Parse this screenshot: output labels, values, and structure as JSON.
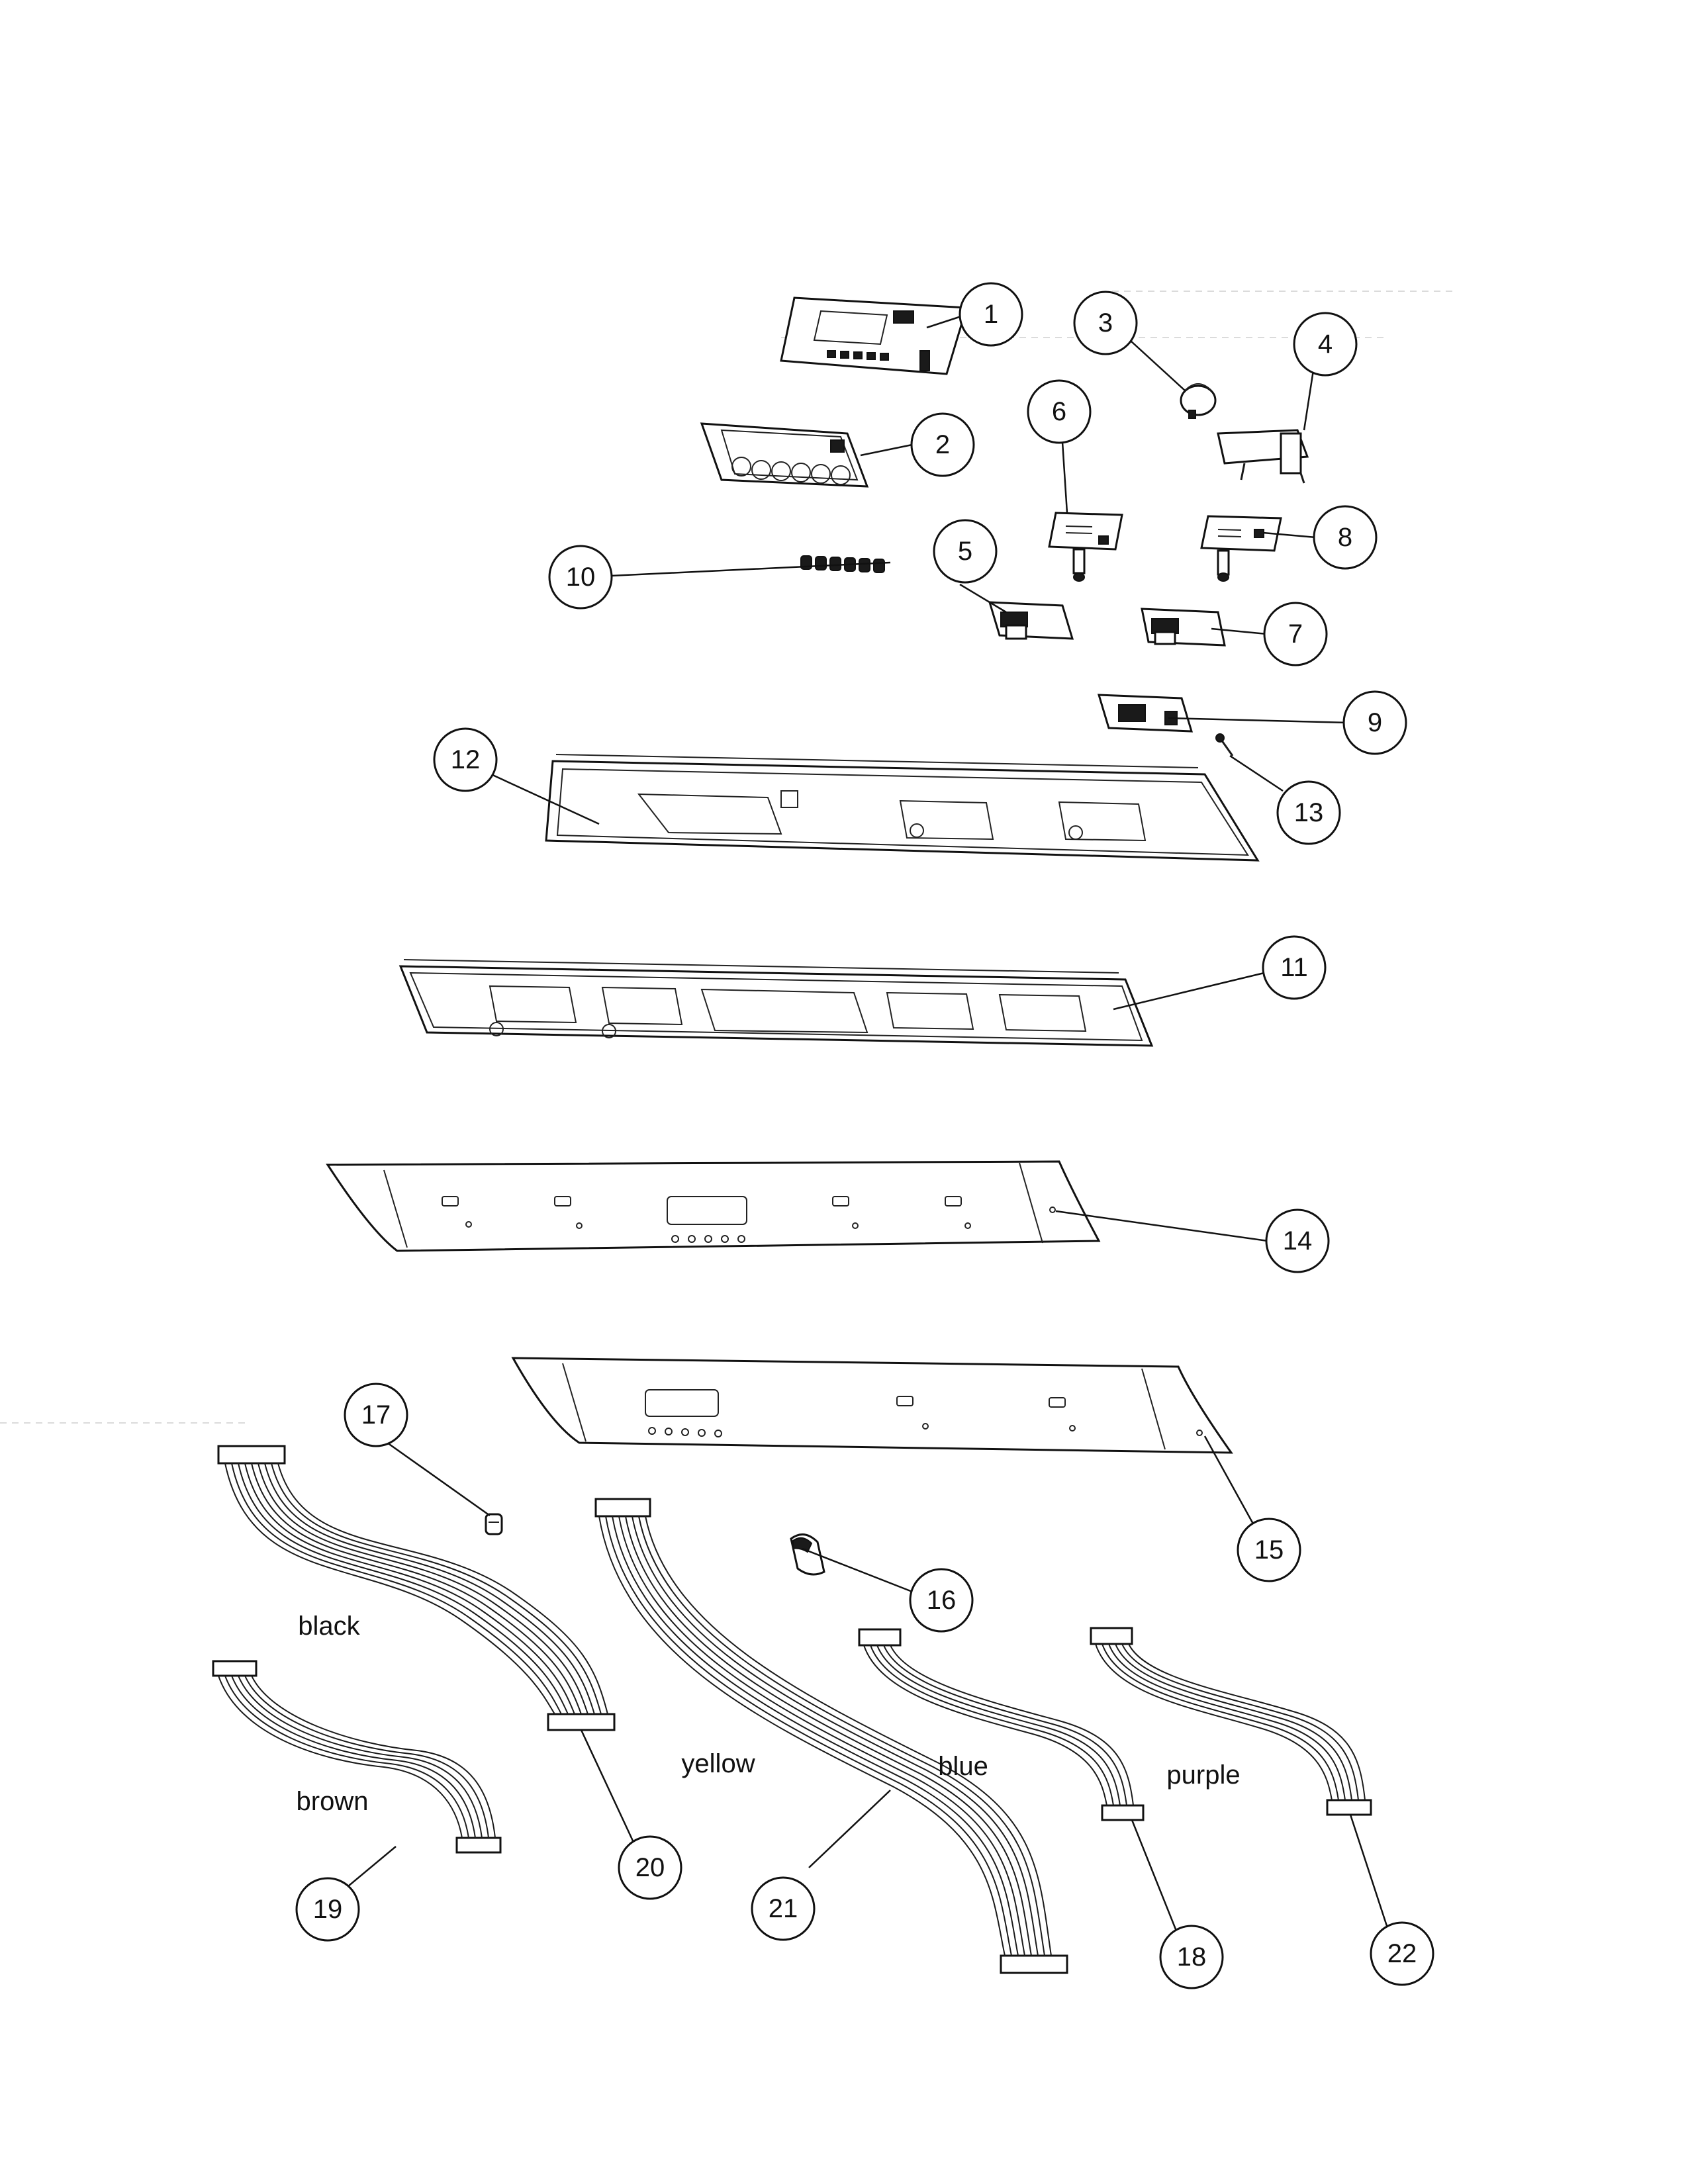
{
  "callouts": [
    {
      "id": "1",
      "label": "1"
    },
    {
      "id": "2",
      "label": "2"
    },
    {
      "id": "3",
      "label": "3"
    },
    {
      "id": "4",
      "label": "4"
    },
    {
      "id": "5",
      "label": "5"
    },
    {
      "id": "6",
      "label": "6"
    },
    {
      "id": "7",
      "label": "7"
    },
    {
      "id": "8",
      "label": "8"
    },
    {
      "id": "9",
      "label": "9"
    },
    {
      "id": "10",
      "label": "10"
    },
    {
      "id": "11",
      "label": "11"
    },
    {
      "id": "12",
      "label": "12"
    },
    {
      "id": "13",
      "label": "13"
    },
    {
      "id": "14",
      "label": "14"
    },
    {
      "id": "15",
      "label": "15"
    },
    {
      "id": "16",
      "label": "16"
    },
    {
      "id": "17",
      "label": "17"
    },
    {
      "id": "18",
      "label": "18"
    },
    {
      "id": "19",
      "label": "19"
    },
    {
      "id": "20",
      "label": "20"
    },
    {
      "id": "21",
      "label": "21"
    },
    {
      "id": "22",
      "label": "22"
    }
  ],
  "wire_labels": {
    "black": "black",
    "brown": "brown",
    "yellow": "yellow",
    "blue": "blue",
    "purple": "purple"
  }
}
